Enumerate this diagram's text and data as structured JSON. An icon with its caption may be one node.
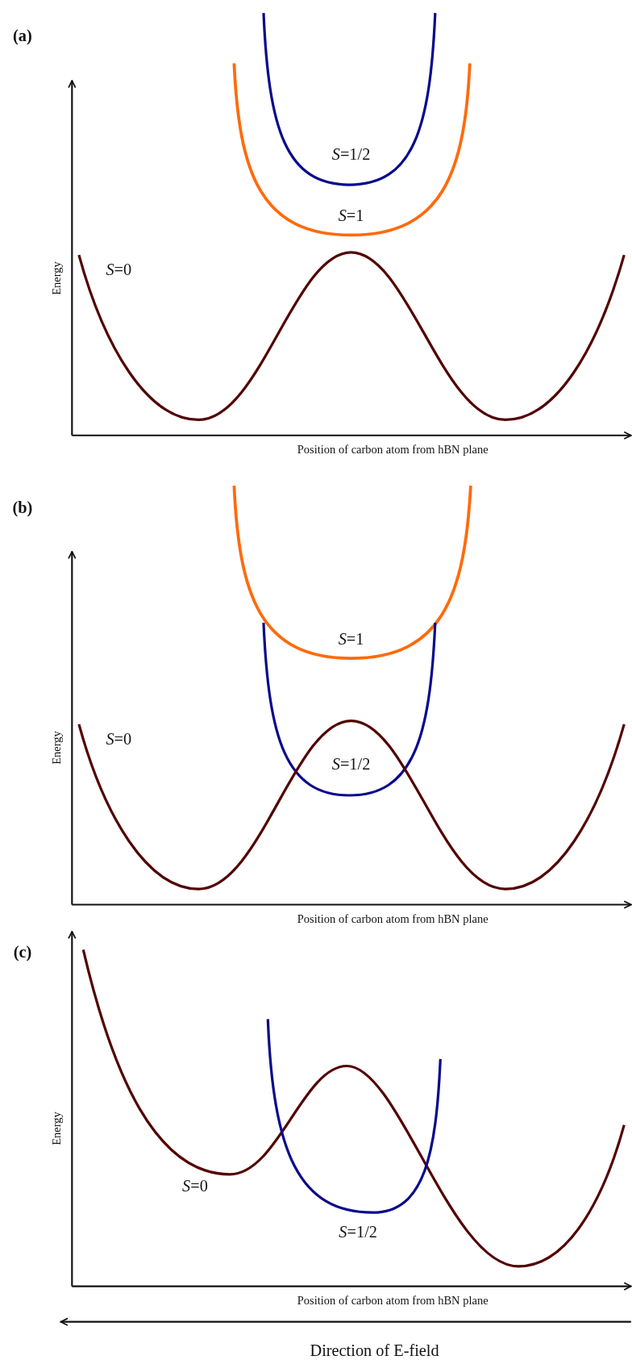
{
  "diagram": {
    "labels": [
      "(a)",
      "*S*=1/2",
      "*S*=1",
      "*S*=0",
      "Energy",
      "Position of carbon atom from hBN plane",
      "(b)",
      "*S*=1",
      "*S*=0",
      "*S*=1/2",
      "Energy",
      "Position of carbon atom from hBN plane",
      "(c)",
      "Energy",
      "*S*=0",
      "*S*=1/2",
      "Position of carbon atom from hBN plane",
      "Direction of E-field"
    ]
  }
}
